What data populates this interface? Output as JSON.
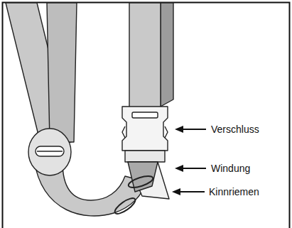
{
  "diagram": {
    "labels": [
      "Verschluss",
      "Windung",
      "Kinnriemen"
    ]
  }
}
